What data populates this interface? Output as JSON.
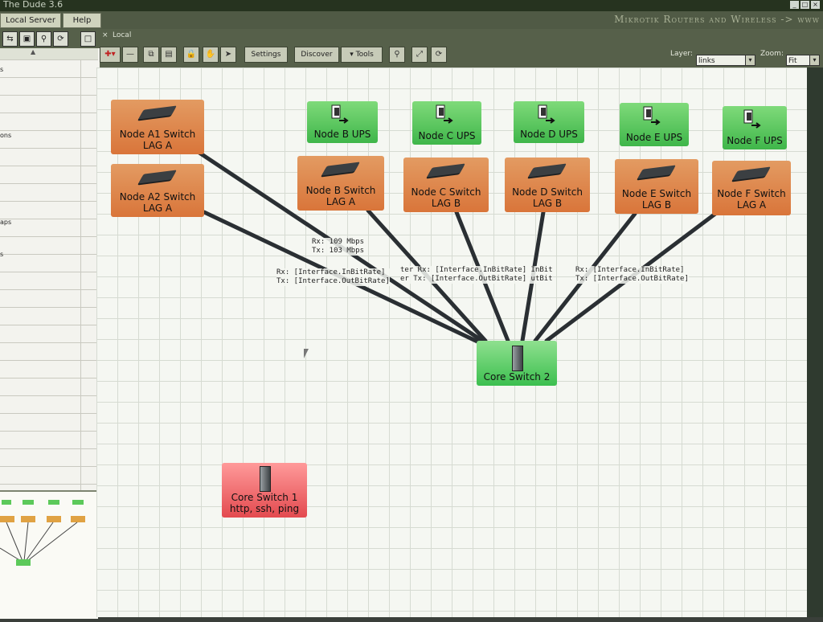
{
  "window": {
    "title": "The Dude 3.6"
  },
  "menubar": {
    "local_server": "Local Server",
    "help": "Help",
    "brand": "Mikrotik Routers and Wireless -> www"
  },
  "map": {
    "tab_title": "Local",
    "toolbar": {
      "settings": "Settings",
      "discover": "Discover",
      "tools": "Tools",
      "layer_label": "Layer:",
      "layer_value": "links",
      "zoom_label": "Zoom:",
      "zoom_value": "Fit"
    },
    "nodes": {
      "a1": {
        "line1": "Node A1 Switch",
        "line2": "LAG A"
      },
      "a2": {
        "line1": "Node A2 Switch",
        "line2": "LAG A"
      },
      "b_ups": {
        "line1": "Node B UPS"
      },
      "c_ups": {
        "line1": "Node C UPS"
      },
      "d_ups": {
        "line1": "Node D UPS"
      },
      "e_ups": {
        "line1": "Node E UPS"
      },
      "f_ups": {
        "line1": "Node F UPS"
      },
      "b_sw": {
        "line1": "Node B Switch",
        "line2": "LAG A"
      },
      "c_sw": {
        "line1": "Node C Switch",
        "line2": "LAG B"
      },
      "d_sw": {
        "line1": "Node D Switch",
        "line2": "LAG B"
      },
      "e_sw": {
        "line1": "Node E Switch",
        "line2": "LAG B"
      },
      "f_sw": {
        "line1": "Node F Switch",
        "line2": "LAG A"
      },
      "core2": {
        "line1": "Core Switch 2"
      },
      "core1": {
        "line1": "Core Switch 1",
        "line2": "http, ssh, ping"
      }
    },
    "link_labels": {
      "l1": "Rx: 109 Mbps\nTx: 103 Mbps",
      "l2": "Rx: [Interface.InBitRate]\nTx: [Interface.OutBitRate]",
      "l3": "ter Rx: [Interface.InBitRate] InBit\ner Tx: [Interface.OutBitRate] utBit",
      "l4": "Rx: [Interface.InBitRate]\nTx: [Interface.OutBitRate]"
    }
  },
  "left_panel": {
    "items": [
      "s",
      "ons",
      "aps",
      "s"
    ]
  },
  "colors": {
    "switch_node": "#d9753a",
    "ups_node": "#3fb64a",
    "core_up": "#3cbf4f",
    "core_down": "#e34a4f",
    "link": "#2a2f33"
  }
}
